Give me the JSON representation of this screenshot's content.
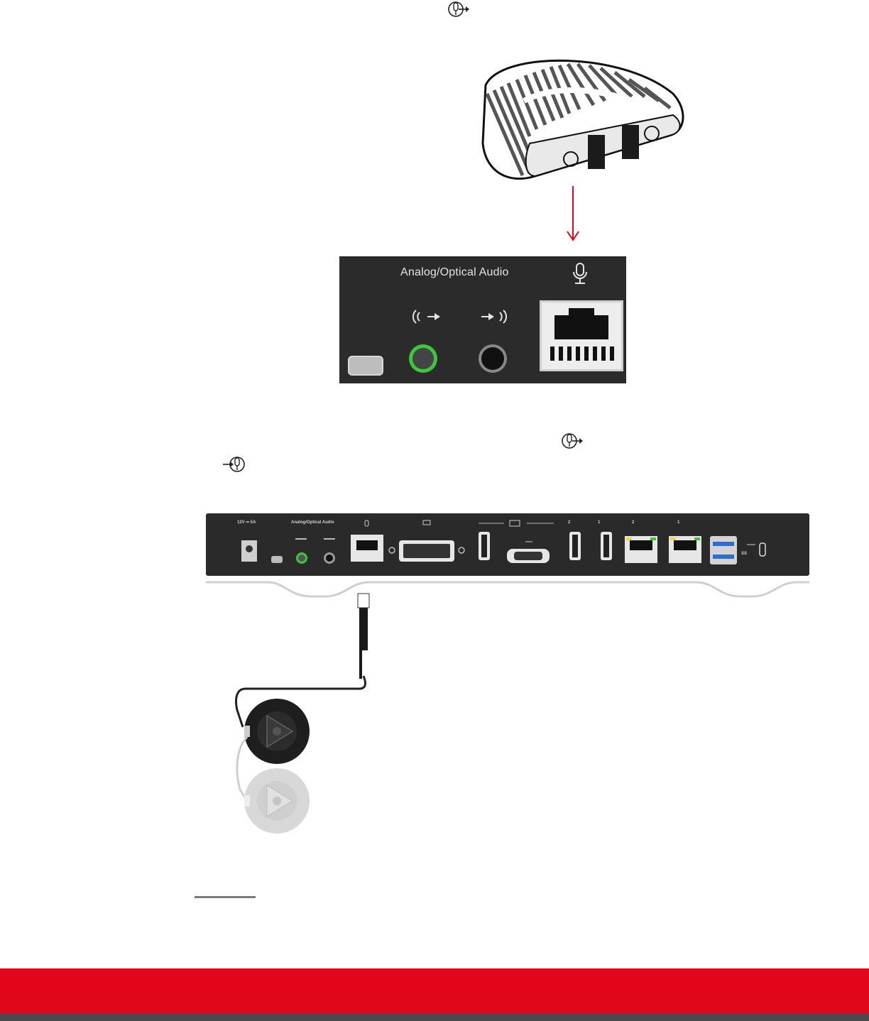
{
  "icons": {
    "mic_out_icon": "microphone-output-icon",
    "mic_in_icon": "microphone-input-icon"
  },
  "zoom_panel": {
    "title": "Analog/Optical Audio"
  },
  "rear_panel": {
    "power_label": "12V ⎓ 5A",
    "audio_label": "Analog/Optical Audio",
    "hdmi_in_2": "2",
    "hdmi_in_1": "1",
    "lan_2": "2",
    "lan_1": "1",
    "usb_label": "SS"
  },
  "colors": {
    "brand_red": "#e2061b",
    "panel_dark": "#2b2b2c",
    "arrow_red": "#e2061b",
    "audio_green": "#3ec63e"
  }
}
